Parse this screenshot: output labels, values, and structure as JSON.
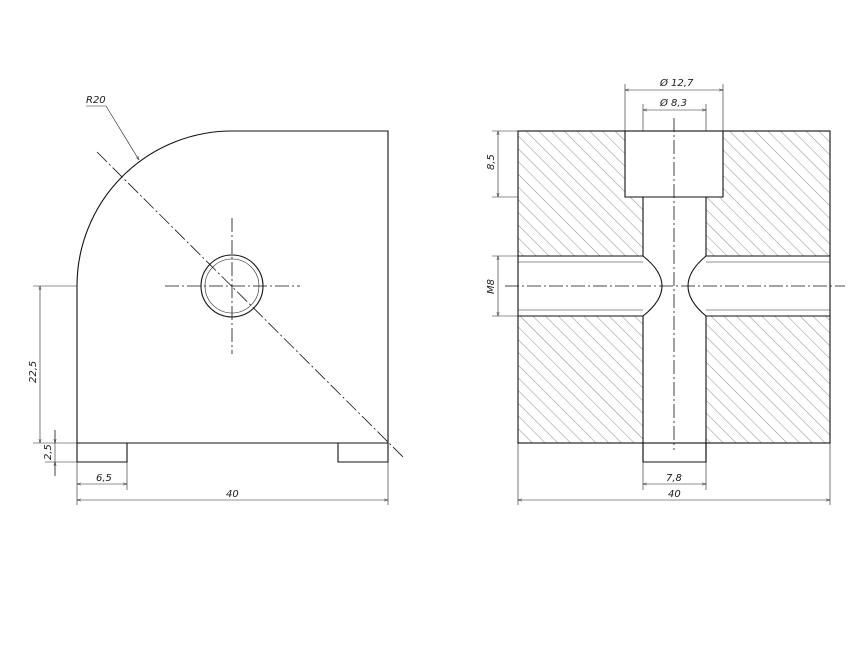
{
  "front_view": {
    "radius_label": "R20",
    "height_label": "22,5",
    "foot_height_label": "2,5",
    "foot_width_label": "6,5",
    "width_label": "40"
  },
  "section_view": {
    "counterbore_dia_label": "Ø 12,7",
    "hole_dia_label": "Ø 8,3",
    "counterbore_depth_label": "8,5",
    "thread_label": "M8",
    "bottom_slot_label": "7,8",
    "width_label": "40"
  },
  "colors": {
    "line": "#111111",
    "background": "#ffffff"
  }
}
